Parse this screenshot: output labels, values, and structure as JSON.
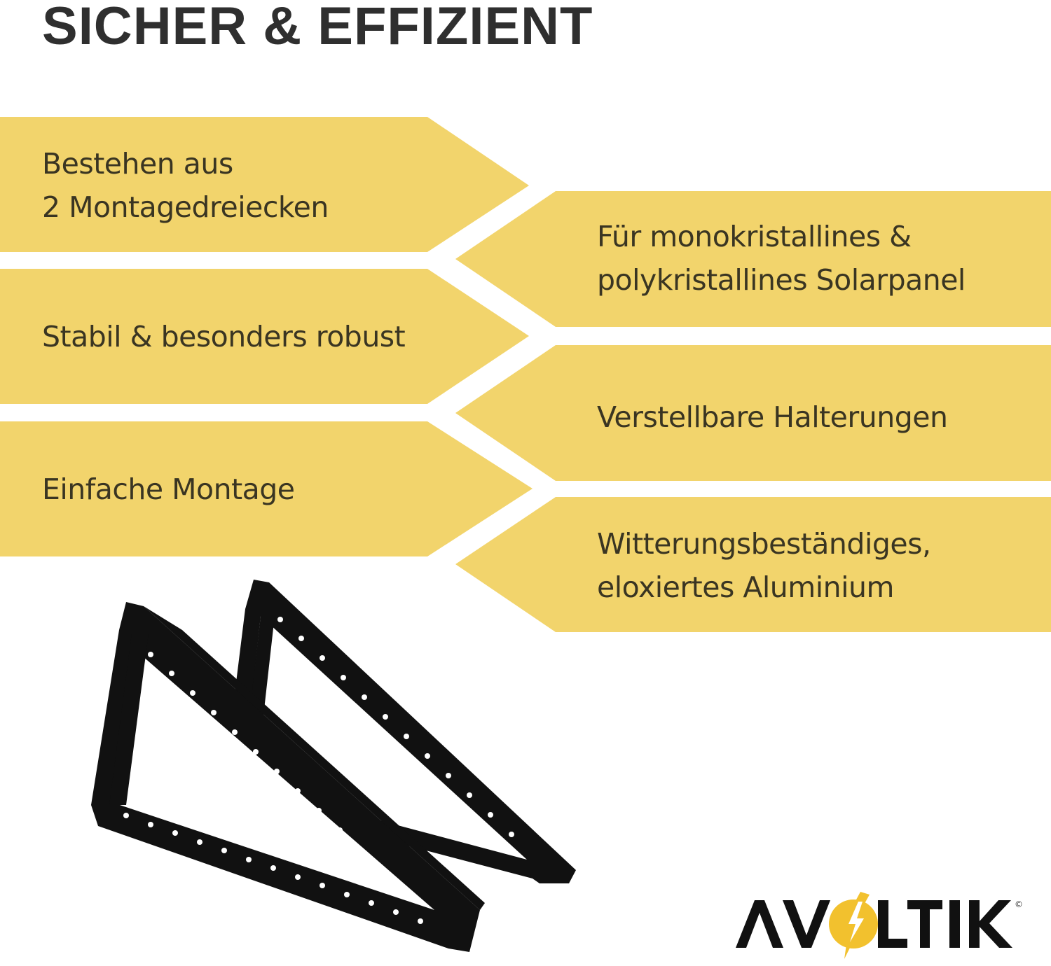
{
  "title": "SICHER & EFFIZIENT",
  "colors": {
    "accent": "#F2D46C",
    "text": "#3a3522",
    "title": "#2f2f2f",
    "product": "#111111"
  },
  "features_left": [
    {
      "line1": "Bestehen aus",
      "line2": "2 Montagedreiecken"
    },
    {
      "line1": "Stabil & besonders robust"
    },
    {
      "line1": "Einfache Montage"
    }
  ],
  "features_right": [
    {
      "line1": "Für monokristallines &",
      "line2": "polykristallines Solarpanel"
    },
    {
      "line1": "Verstellbare Halterungen"
    },
    {
      "line1": "Witterungsbeständiges,",
      "line2": "eloxiertes Aluminium"
    }
  ],
  "logo": {
    "brand": "AVOLTIK",
    "mark": "©"
  }
}
